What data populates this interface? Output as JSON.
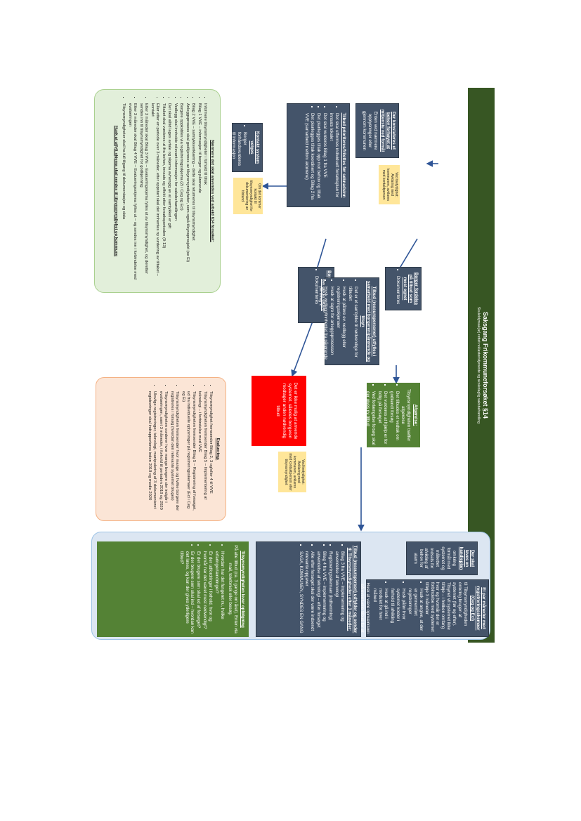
{
  "header": {
    "title": "Saksgang Frikommuneforsøket §14",
    "subtitle": "Skuleldyrsak(ar) rettet reklasteristjeneste og skoledaglig saksbehandling"
  },
  "start": {
    "title": "Der konstateres et behov forhøyet at mitjenste ved formål",
    "body": "Enten ved nærmere opplysninger eller gjennom kommunen"
  },
  "note_start": "Ved tvetydighet: Avklaring med kommunen, avklares med kontaktperson",
  "assess": {
    "title": "Tilbud prioriteres/frilettes før søknadsinn",
    "items": [
      "Det skal utformes individuelt forsøksplan for innsats lokalet",
      "Det skal vurderes Bilag 1 fra VVE",
      "Det planlegges tiltak opp mot behov og tiltak",
      "Det planlegges tiltak koordinert og Bilag 2 fra VVE (samarbeid mellom aktørene)"
    ]
  },
  "contact": {
    "title": "Kontakt system velges",
    "items": [
      "Borger forhåndsvurderes til informasjon"
    ]
  },
  "note_contact": "Om det kommer kontakt til tilsynsmyndighet for dokumentering av tilstand",
  "must_know": {
    "title": "Nærmere det skal anvendes ved arbeid §14 forsøket:",
    "items": [
      "Informere tilsynsmyndigheter i forhold til tiltak",
      "Bilag 1 VVE – informasjon til borger og pårørende",
      "Bilag 2 VVE – samtykkeerklæring – dette skal returneres til tilsynsmyndighet",
      "Anleggsprosess skal godkjennes av tilsynsmyndigheter, som også tilsynsprosjekt (se Ei)",
      "Borgere oppkobles via registreringsskjema (Zi i Ceg og Ecl)",
      "Vedlegg skal innholde relevant informasjon for saksbehandlingen",
      "Det skal alltid lages avtale og skjema avhengig av at samtykket er gitt",
      "Tiltaket skal vurderes ut ifra behov, innsats og effekt etter forsøksperioden (0-13)",
      "Eller etter en periode over 3 måneder, etter oppstart skal det innhentes ny vurdering av tiltaket – kontakt",
      "Etter 3 måneder skal Bilag 3 VVE – Evalueringskjema fylles ut av tilsynsmyndighet, og deretter sendes inn til tilsynsmyndighet for godkjenning",
      "Etter 3 måneder skal Bilag 4 VVE – Evalueringsskjema fylles ut – og sendes inn i forbindelse med evalueringen",
      "Tilsynsmyndigheter skal ha full tilgang til dokumentasjon og data"
    ],
    "footer": "Husk at utfylt skjema skal sendes til tilsynsmyndighet og kommune"
  },
  "borger_fordel": {
    "title": "Borger fordeles på tilbud som mest egnet",
    "items": [
      "Dokumenteres"
    ]
  },
  "borger_ok": {
    "title": "Borgeren godkjenner at det gis et tilbud",
    "items": [
      "Dokumenteres"
    ]
  },
  "agreement": {
    "title": "Tilbud (ressurspersoner) utfylles i samarbeid med borgeren/pårørende og tilsyn",
    "items": [
      "Det er et samtykke til nødvendige for tilbudet",
      "Husk at påføre ev. vedlegg eller registreringsskjemaer",
      "Husk at lagre for anleggsprosessen",
      "Husk vedlegg/innhentet fra pårørende på Bilag 2"
    ]
  },
  "red_box": "Det er ikke mulig at anvende systemet, således borgeren modtager anden nødvendig tilbud",
  "note_red": "Ved tvetydighet: Avklaring med kommunen, avklares med kontaktperson eller tilsynsmyndighet",
  "decision": {
    "title": "Afgørelse:",
    "body": "Tilsynsmyndigheten træffer afgørelse",
    "items": [
      "Det tilbudes et vedtak om godkendt forsøg",
      "Det vurderes at hjælp er for tidlig på forsøget",
      "Ved forlængelse forsøg skal der gives ny tilbud"
    ]
  },
  "eval": {
    "title": "Evaluering:",
    "items": [
      "Tilsynsmyndighet fremsender Bilag 2, 3 og/eller 4 til VVE",
      "Tilsynsmyndigheten fremsender Bilag 5 – Implementering af teknologi – i forbindelse med VVE",
      "Tilsynsmyndigheten fremsender Bilag 5 – Registrering af forsøget, ud fra individuelle oplysninger på registreringsskemaer (Ecl i Ceg og Ei)",
      "Tilsynsmyndigheten fremsender hvor mange og hvilke borgere der registreres i forsøg (hvordan den relevante systemet bruges)",
      "Tilsynsmyndigheten vurderer hvor mange borgere der indgår i evalueringen, samt 3 måneder, i forhold til perioden 2018 og 2020",
      "Ulovlige registreringer, teknologi, manipulering af 3 dokumenteret registreringer skal indrapporteres inden 2019 og medio 2020"
    ]
  },
  "bottom": {
    "top_box": {
      "title": "Der skal laves en handleplan",
      "body": "omkring formål med systemet og målrettet indsats for afvikling af behov for alarm"
    },
    "reg_box": {
      "title": "Et par måneder med registreringsskemaer (Ceg og Ecl)",
      "body": "til Tilsynsmyndigheden omkring brugen af systemet (før og efter). Tilsynet vil systemet ikke tilføje – i hvilken omfang hvor og hvornår der er forbindelse med systemet tilføje 3 måneder",
      "items": [
        "Husk at angive, at der er gennemført registreringer",
        "Husk påfør hvor systemet koster i forhold til afvikling",
        "Husk at gå ind i modulet for hver måned"
      ],
      "footer": "Husk at være opmærksom på eventuelle tilbud for at holde orden"
    },
    "followup": {
      "title": "Tilbud (ressursperson) udfylder og sender til Tilsynsmyndigheden efter 3 måneder:",
      "items": [
        "Bilag 3 fra VVE – implementering og anvendelse af teknologi",
        "Registreringsskemaer (indhentning)",
        "Bilag 4 fra VVE – implementering og anvendelse af teknologi – efter forsøget",
        "Alle efter forsøget skal der være indsendt relevante opgaver",
        "SAGA, KOMMUNEN, SYNDES EN GANG"
      ]
    },
    "green": {
      "title": "Tilsynsmyndigheten lever opfølgning",
      "body": "På alle tilbud (ca. 3 gange om året). Enten via mail, telefonisk eller besøg.",
      "items": [
        "Hvordan har det fungeret nu, hvilke erfaringer/ændringer?",
        "Er der udfordringer i forhold, hvor og hvornår har det været mest nødvendigt?",
        "Er der brugere som skal ud af forsøget?",
        "Er der brugere som skal ind – hvordan kan det løses, og kan der gives yderligere tilbud?"
      ]
    }
  },
  "colors": {
    "header_bg": "#375623",
    "box_bg": "#44546a",
    "note_bg": "#ffe699",
    "green_panel": "#e2efda",
    "eval_panel": "#fbe5d6",
    "bottom_panel": "#dce6f2",
    "red": "#ff0000",
    "decision": "#548235",
    "arrow": "#2f5597"
  }
}
